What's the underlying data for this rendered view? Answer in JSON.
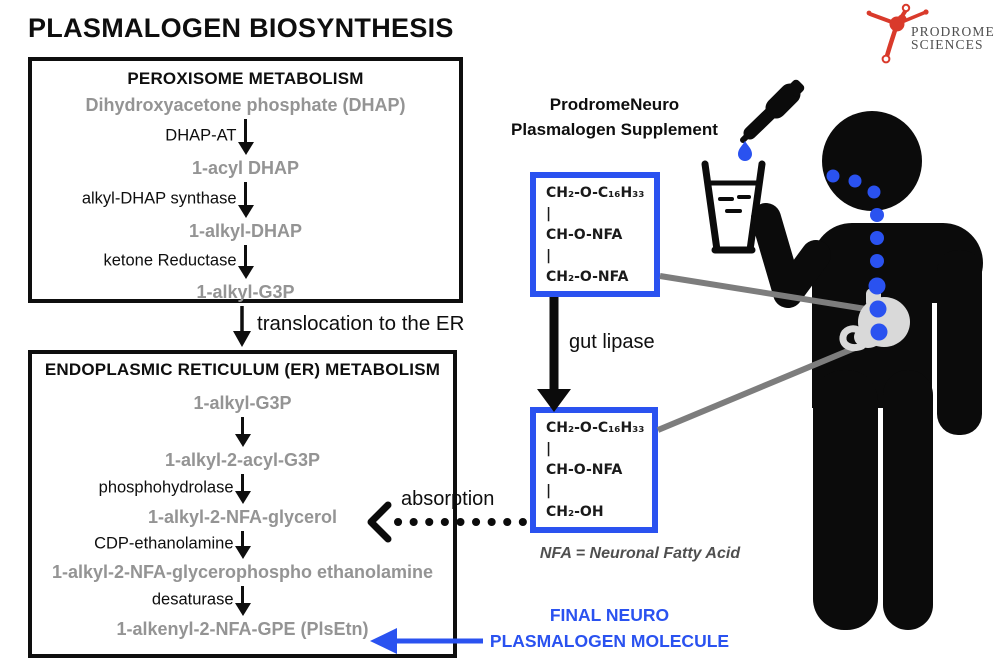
{
  "title": "PLASMALOGEN BIOSYNTHESIS",
  "logo": {
    "line1": "PRODROME",
    "line2": "SCIENCES"
  },
  "peroxisome_box": {
    "header": "PEROXISOME METABOLISM",
    "nodes": [
      "Dihydroxyacetone phosphate (DHAP)",
      "1-acyl DHAP",
      "1-alkyl-DHAP",
      "1-alkyl-G3P"
    ],
    "enzymes": [
      "DHAP-AT",
      "alkyl-DHAP synthase",
      "ketone Reductase"
    ]
  },
  "translocation_label": "translocation to the ER",
  "er_box": {
    "header": "ENDOPLASMIC RETICULUM (ER) METABOLISM",
    "nodes": [
      "1-alkyl-G3P",
      "1-alkyl-2-acyl-G3P",
      "1-alkyl-2-NFA-glycerol",
      "1-alkyl-2-NFA-glycerophospho ethanolamine",
      "1-alkenyl-2-NFA-GPE (PlsEtn)"
    ],
    "enzymes": [
      "phosphohydrolase",
      "CDP-ethanolamine",
      "desaturase"
    ]
  },
  "supplement": {
    "heading_line1": "ProdromeNeuro",
    "heading_line2": "Plasmalogen Supplement",
    "molecule_before": {
      "lines": [
        "CH₂-O-C₁₆H₃₃",
        "|",
        "CH-O-NFA",
        "|",
        "CH₂-O-NFA"
      ]
    },
    "gut_lipase_label": "gut lipase",
    "molecule_after": {
      "lines": [
        "CH₂-O-C₁₆H₃₃",
        "|",
        "CH-O-NFA",
        "|",
        "CH₂-OH"
      ]
    },
    "nfa_note": "NFA = Neuronal Fatty Acid"
  },
  "absorption_label": "absorption",
  "final_label": {
    "line1": "FINAL NEURO",
    "line2": "PLASMALOGEN MOLECULE"
  },
  "colors": {
    "accent_blue": "#2a52f0",
    "metabolite_gray": "#949494",
    "note_gray": "#4f4f4f",
    "connector_gray": "#7d7d7d",
    "logo_red": "#d93a2b",
    "ink_black": "#111111",
    "stomach_gray": "#d9d9d9"
  },
  "icons": {
    "neuron_logo": "neuron-logo-icon",
    "dropper": "dropper-icon",
    "droplet": "droplet-icon",
    "water_glass": "water-glass-icon",
    "person": "person-icon",
    "stomach": "stomach-icon",
    "down_arrow": "down-arrow-icon",
    "dashed_left_arrow": "dashed-left-arrow-icon",
    "blue_left_arrow": "blue-left-arrow-icon"
  }
}
